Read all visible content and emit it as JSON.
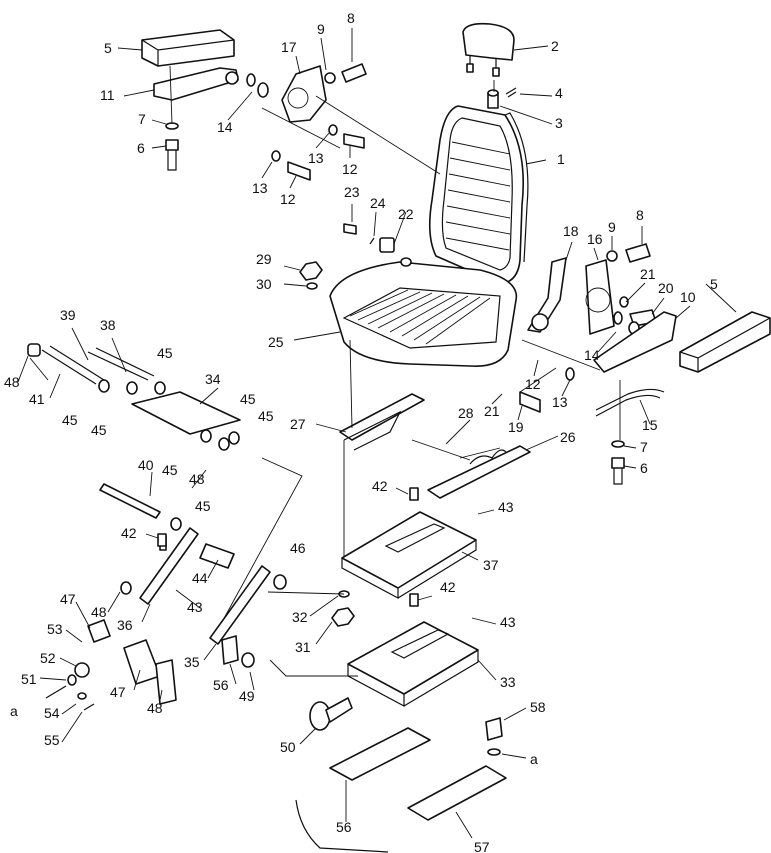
{
  "callouts": [
    {
      "id": "c1",
      "text": "1"
    },
    {
      "id": "c2",
      "text": "2"
    },
    {
      "id": "c3",
      "text": "3"
    },
    {
      "id": "c4",
      "text": "4"
    },
    {
      "id": "c5a",
      "text": "5"
    },
    {
      "id": "c5b",
      "text": "5"
    },
    {
      "id": "c6a",
      "text": "6"
    },
    {
      "id": "c6b",
      "text": "6"
    },
    {
      "id": "c7a",
      "text": "7"
    },
    {
      "id": "c7b",
      "text": "7"
    },
    {
      "id": "c8a",
      "text": "8"
    },
    {
      "id": "c8b",
      "text": "8"
    },
    {
      "id": "c9a",
      "text": "9"
    },
    {
      "id": "c9b",
      "text": "9"
    },
    {
      "id": "c10",
      "text": "10"
    },
    {
      "id": "c11",
      "text": "11"
    },
    {
      "id": "c12a",
      "text": "12"
    },
    {
      "id": "c12b",
      "text": "12"
    },
    {
      "id": "c12c",
      "text": "12"
    },
    {
      "id": "c13a",
      "text": "13"
    },
    {
      "id": "c13b",
      "text": "13"
    },
    {
      "id": "c13c",
      "text": "13"
    },
    {
      "id": "c14a",
      "text": "14"
    },
    {
      "id": "c14b",
      "text": "14"
    },
    {
      "id": "c15",
      "text": "15"
    },
    {
      "id": "c16",
      "text": "16"
    },
    {
      "id": "c17",
      "text": "17"
    },
    {
      "id": "c18",
      "text": "18"
    },
    {
      "id": "c19",
      "text": "19"
    },
    {
      "id": "c20",
      "text": "20"
    },
    {
      "id": "c21a",
      "text": "21"
    },
    {
      "id": "c21b",
      "text": "21"
    },
    {
      "id": "c22",
      "text": "22"
    },
    {
      "id": "c23",
      "text": "23"
    },
    {
      "id": "c24",
      "text": "24"
    },
    {
      "id": "c25",
      "text": "25"
    },
    {
      "id": "c26",
      "text": "26"
    },
    {
      "id": "c27",
      "text": "27"
    },
    {
      "id": "c28",
      "text": "28"
    },
    {
      "id": "c29",
      "text": "29"
    },
    {
      "id": "c30",
      "text": "30"
    },
    {
      "id": "c31",
      "text": "31"
    },
    {
      "id": "c32",
      "text": "32"
    },
    {
      "id": "c33",
      "text": "33"
    },
    {
      "id": "c34",
      "text": "34"
    },
    {
      "id": "c35",
      "text": "35"
    },
    {
      "id": "c36",
      "text": "36"
    },
    {
      "id": "c37",
      "text": "37"
    },
    {
      "id": "c38",
      "text": "38"
    },
    {
      "id": "c39",
      "text": "39"
    },
    {
      "id": "c40",
      "text": "40"
    },
    {
      "id": "c41",
      "text": "41"
    },
    {
      "id": "c42a",
      "text": "42"
    },
    {
      "id": "c42b",
      "text": "42"
    },
    {
      "id": "c42c",
      "text": "42"
    },
    {
      "id": "c43a",
      "text": "43"
    },
    {
      "id": "c43b",
      "text": "43"
    },
    {
      "id": "c43c",
      "text": "43"
    },
    {
      "id": "c44",
      "text": "44"
    },
    {
      "id": "c45a",
      "text": "45"
    },
    {
      "id": "c45b",
      "text": "45"
    },
    {
      "id": "c45c",
      "text": "45"
    },
    {
      "id": "c45d",
      "text": "45"
    },
    {
      "id": "c45e",
      "text": "45"
    },
    {
      "id": "c45f",
      "text": "45"
    },
    {
      "id": "c45g",
      "text": "45"
    },
    {
      "id": "c46",
      "text": "46"
    },
    {
      "id": "c47a",
      "text": "47"
    },
    {
      "id": "c47b",
      "text": "47"
    },
    {
      "id": "c48a",
      "text": "48"
    },
    {
      "id": "c48b",
      "text": "48"
    },
    {
      "id": "c48c",
      "text": "48"
    },
    {
      "id": "c48d",
      "text": "48"
    },
    {
      "id": "c49",
      "text": "49"
    },
    {
      "id": "c50",
      "text": "50"
    },
    {
      "id": "c51",
      "text": "51"
    },
    {
      "id": "c52",
      "text": "52"
    },
    {
      "id": "c53",
      "text": "53"
    },
    {
      "id": "c54",
      "text": "54"
    },
    {
      "id": "c55",
      "text": "55"
    },
    {
      "id": "c56a",
      "text": "56"
    },
    {
      "id": "c56b",
      "text": "56"
    },
    {
      "id": "c57",
      "text": "57"
    },
    {
      "id": "c58",
      "text": "58"
    },
    {
      "id": "ca1",
      "text": "a"
    },
    {
      "id": "ca2",
      "text": "a"
    }
  ]
}
